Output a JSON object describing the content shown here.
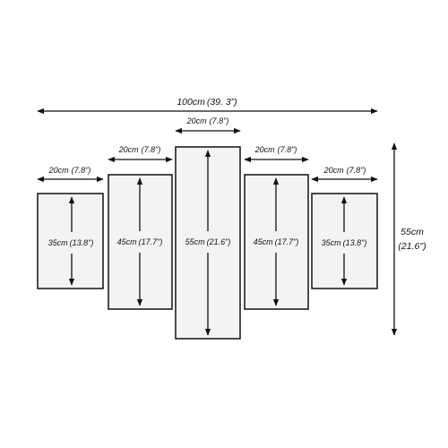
{
  "total": {
    "width": "100cm",
    "width_in": "(39. 3”)",
    "height": "55cm",
    "height_in": "(21.6\")"
  },
  "panels": [
    {
      "id": "p1",
      "width": "20cm",
      "width_in": "(7.8\")",
      "height": "35cm",
      "height_in": "(13.8\")"
    },
    {
      "id": "p2",
      "width": "20cm",
      "width_in": "(7.8\")",
      "height": "45cm",
      "height_in": "(17.7\")"
    },
    {
      "id": "p3",
      "width": "20cm",
      "width_in": "(7.8\")",
      "height": "55cm",
      "height_in": "(21.6\")"
    },
    {
      "id": "p4",
      "width": "20cm",
      "width_in": "(7.8\")",
      "height": "45cm",
      "height_in": "(17.7\")"
    },
    {
      "id": "p5",
      "width": "20cm",
      "width_in": "(7.8\")",
      "height": "35cm",
      "height_in": "(13.8\")"
    }
  ],
  "colors": {
    "panel_fill": "#f3f3f3",
    "panel_border": "#111111",
    "arrow": "#111111"
  }
}
